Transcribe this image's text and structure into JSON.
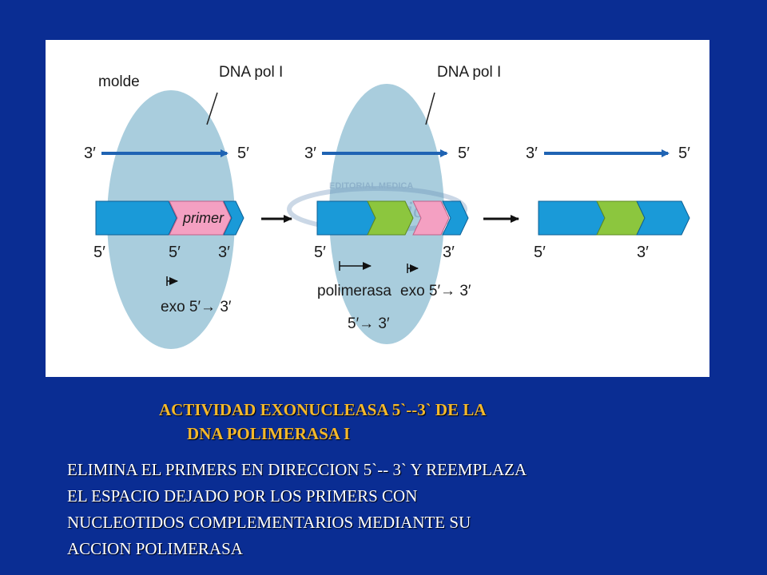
{
  "figure": {
    "panel1": {
      "molde": "molde",
      "dna_pol": "DNA pol I",
      "template_left": "3′",
      "template_right": "5′",
      "primer": "primer",
      "bottom_left": "5′",
      "bottom_mid": "5′",
      "bottom_right": "3′",
      "exo_label": "exo 5′→ 3′"
    },
    "panel2": {
      "dna_pol": "DNA pol I",
      "template_left": "3′",
      "template_right": "5′",
      "bottom_left": "5′",
      "bottom_right": "3′",
      "polimerasa_label": "polimerasa",
      "polimerasa_dir": "5′→ 3′",
      "exo_label": "exo 5′→ 3′",
      "watermark_top": "EDITORIAL MEDICA",
      "watermark_main": "panamericana"
    },
    "panel3": {
      "template_left": "3′",
      "template_right": "5′",
      "bottom_left": "5′",
      "bottom_right": "3′"
    },
    "colors": {
      "enzyme": "#a9cddd",
      "dna_blue": "#1a9ad8",
      "primer_pink": "#f4a0c2",
      "new_green": "#8cc63e",
      "template_arrow": "#1f63b3"
    }
  },
  "title": {
    "line1": "ACTIVIDAD EXONUCLEASA 5`--3` DE LA",
    "line2": "DNA POLIMERASA I"
  },
  "body": {
    "lines": [
      "ELIMINA EL PRIMERS EN DIRECCION 5`-- 3` Y REEMPLAZA",
      "EL ESPACIO DEJADO POR LOS PRIMERS CON",
      "NUCLEOTIDOS COMPLEMENTARIOS MEDIANTE SU",
      "ACCION POLIMERASA"
    ]
  }
}
